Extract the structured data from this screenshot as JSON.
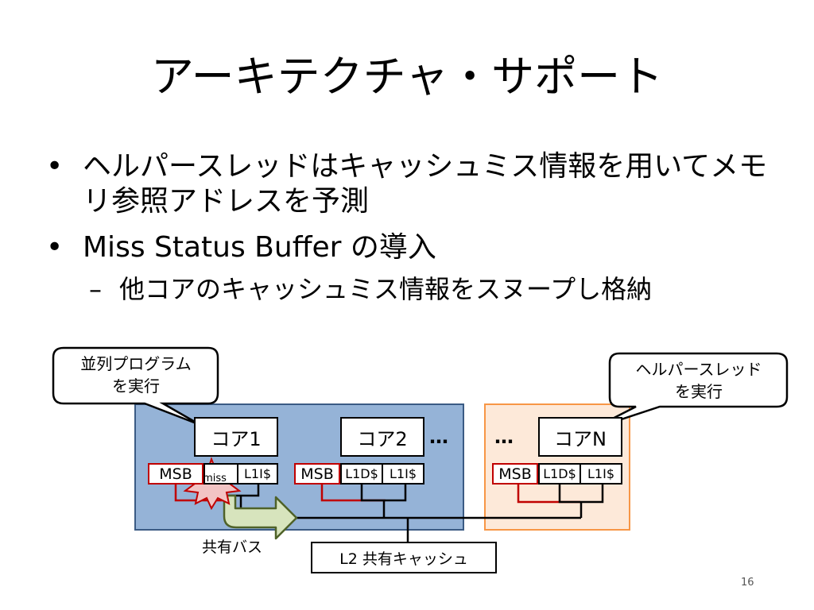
{
  "slide": {
    "title": "アーキテクチャ・サポート",
    "bullet_symbol": "•",
    "sub_symbol": "–",
    "bullets": [
      "ヘルパースレッドはキャッシュミス情報を用いてメモリ参照アドレスを予測",
      "Miss Status Buffer の導入"
    ],
    "sub_bullet": "他コアのキャッシュミス情報をスヌープし格納",
    "page_number": "16"
  },
  "diagram": {
    "callout_left": [
      "並列プログラム",
      "を実行"
    ],
    "callout_right": [
      "ヘルパースレッド",
      "を実行"
    ],
    "cores": [
      "コア1",
      "コア2",
      "コアN"
    ],
    "ellipsis": "…",
    "msb_label": "MSB",
    "l1d_label": "L1D$",
    "l1i_label": "L1I$",
    "miss_label": "miss",
    "bus_label": "共有バス",
    "l2_label": "L2 共有キャッシュ",
    "colors": {
      "cluster_fill": "#95b3d7",
      "cluster_border": "#3b5b84",
      "helper_fill": "#fde9d9",
      "helper_border": "#f79646",
      "msb_border": "#c00000",
      "burst_fill": "#f2c4c4",
      "arrow_fill": "#d7e4bd",
      "arrow_border": "#4f6228"
    }
  }
}
